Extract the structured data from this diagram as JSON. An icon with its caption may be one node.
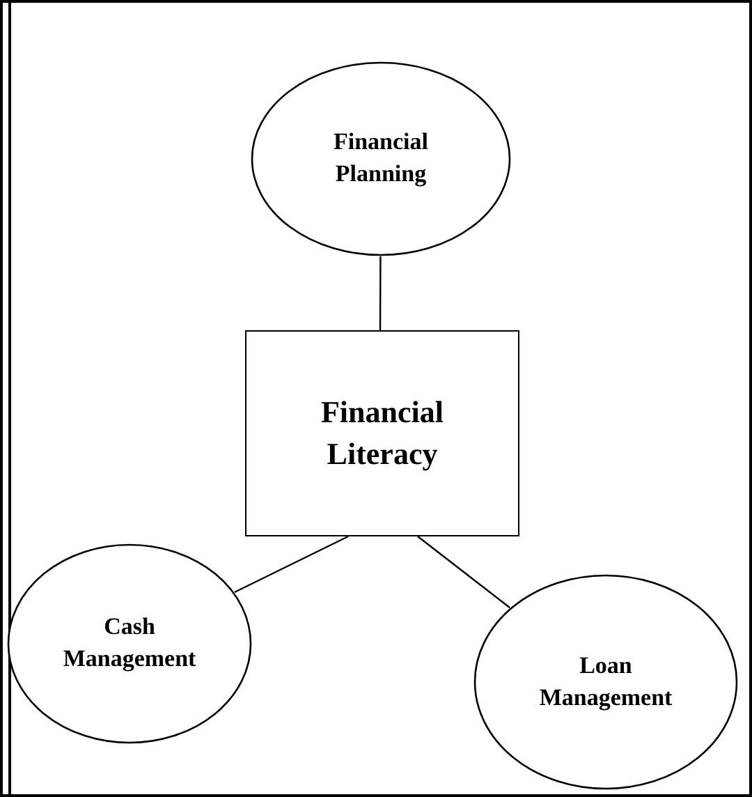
{
  "diagram": {
    "nodes": [
      {
        "text": [
          "Financial Planning"
        ]
      },
      {
        "text": [
          "Financial Literacy"
        ]
      },
      {
        "text": [
          "Cash Management"
        ]
      },
      {
        "text": [
          "Loan Management"
        ]
      }
    ],
    "edges": [
      {
        "from": 0,
        "to": 1,
        "arrow": "none"
      },
      {
        "from": 1,
        "to": 2,
        "arrow": "none"
      },
      {
        "from": 1,
        "to": 3,
        "arrow": "none"
      }
    ]
  }
}
